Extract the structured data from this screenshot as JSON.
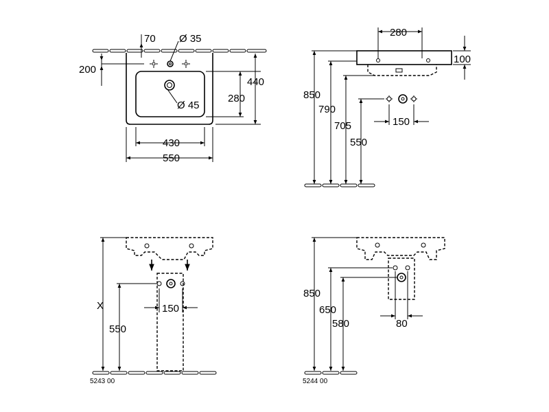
{
  "views": {
    "top": {
      "labels": {
        "d70": "70",
        "d35": "Ø 35",
        "d200": "200",
        "d440": "440",
        "d280": "280",
        "d45": "Ø 45",
        "d430": "430",
        "d550": "550"
      }
    },
    "side": {
      "labels": {
        "d280": "280",
        "d100": "100",
        "d850": "850",
        "d790": "790",
        "d705": "705",
        "d550": "550",
        "d150": "150"
      }
    },
    "pedestal": {
      "labels": {
        "dx": "X",
        "d550": "550",
        "d150": "150",
        "code": "5243 00"
      }
    },
    "semipedestal": {
      "labels": {
        "d850": "850",
        "d650": "650",
        "d580": "580",
        "d80": "80",
        "code": "5244 00"
      }
    }
  }
}
